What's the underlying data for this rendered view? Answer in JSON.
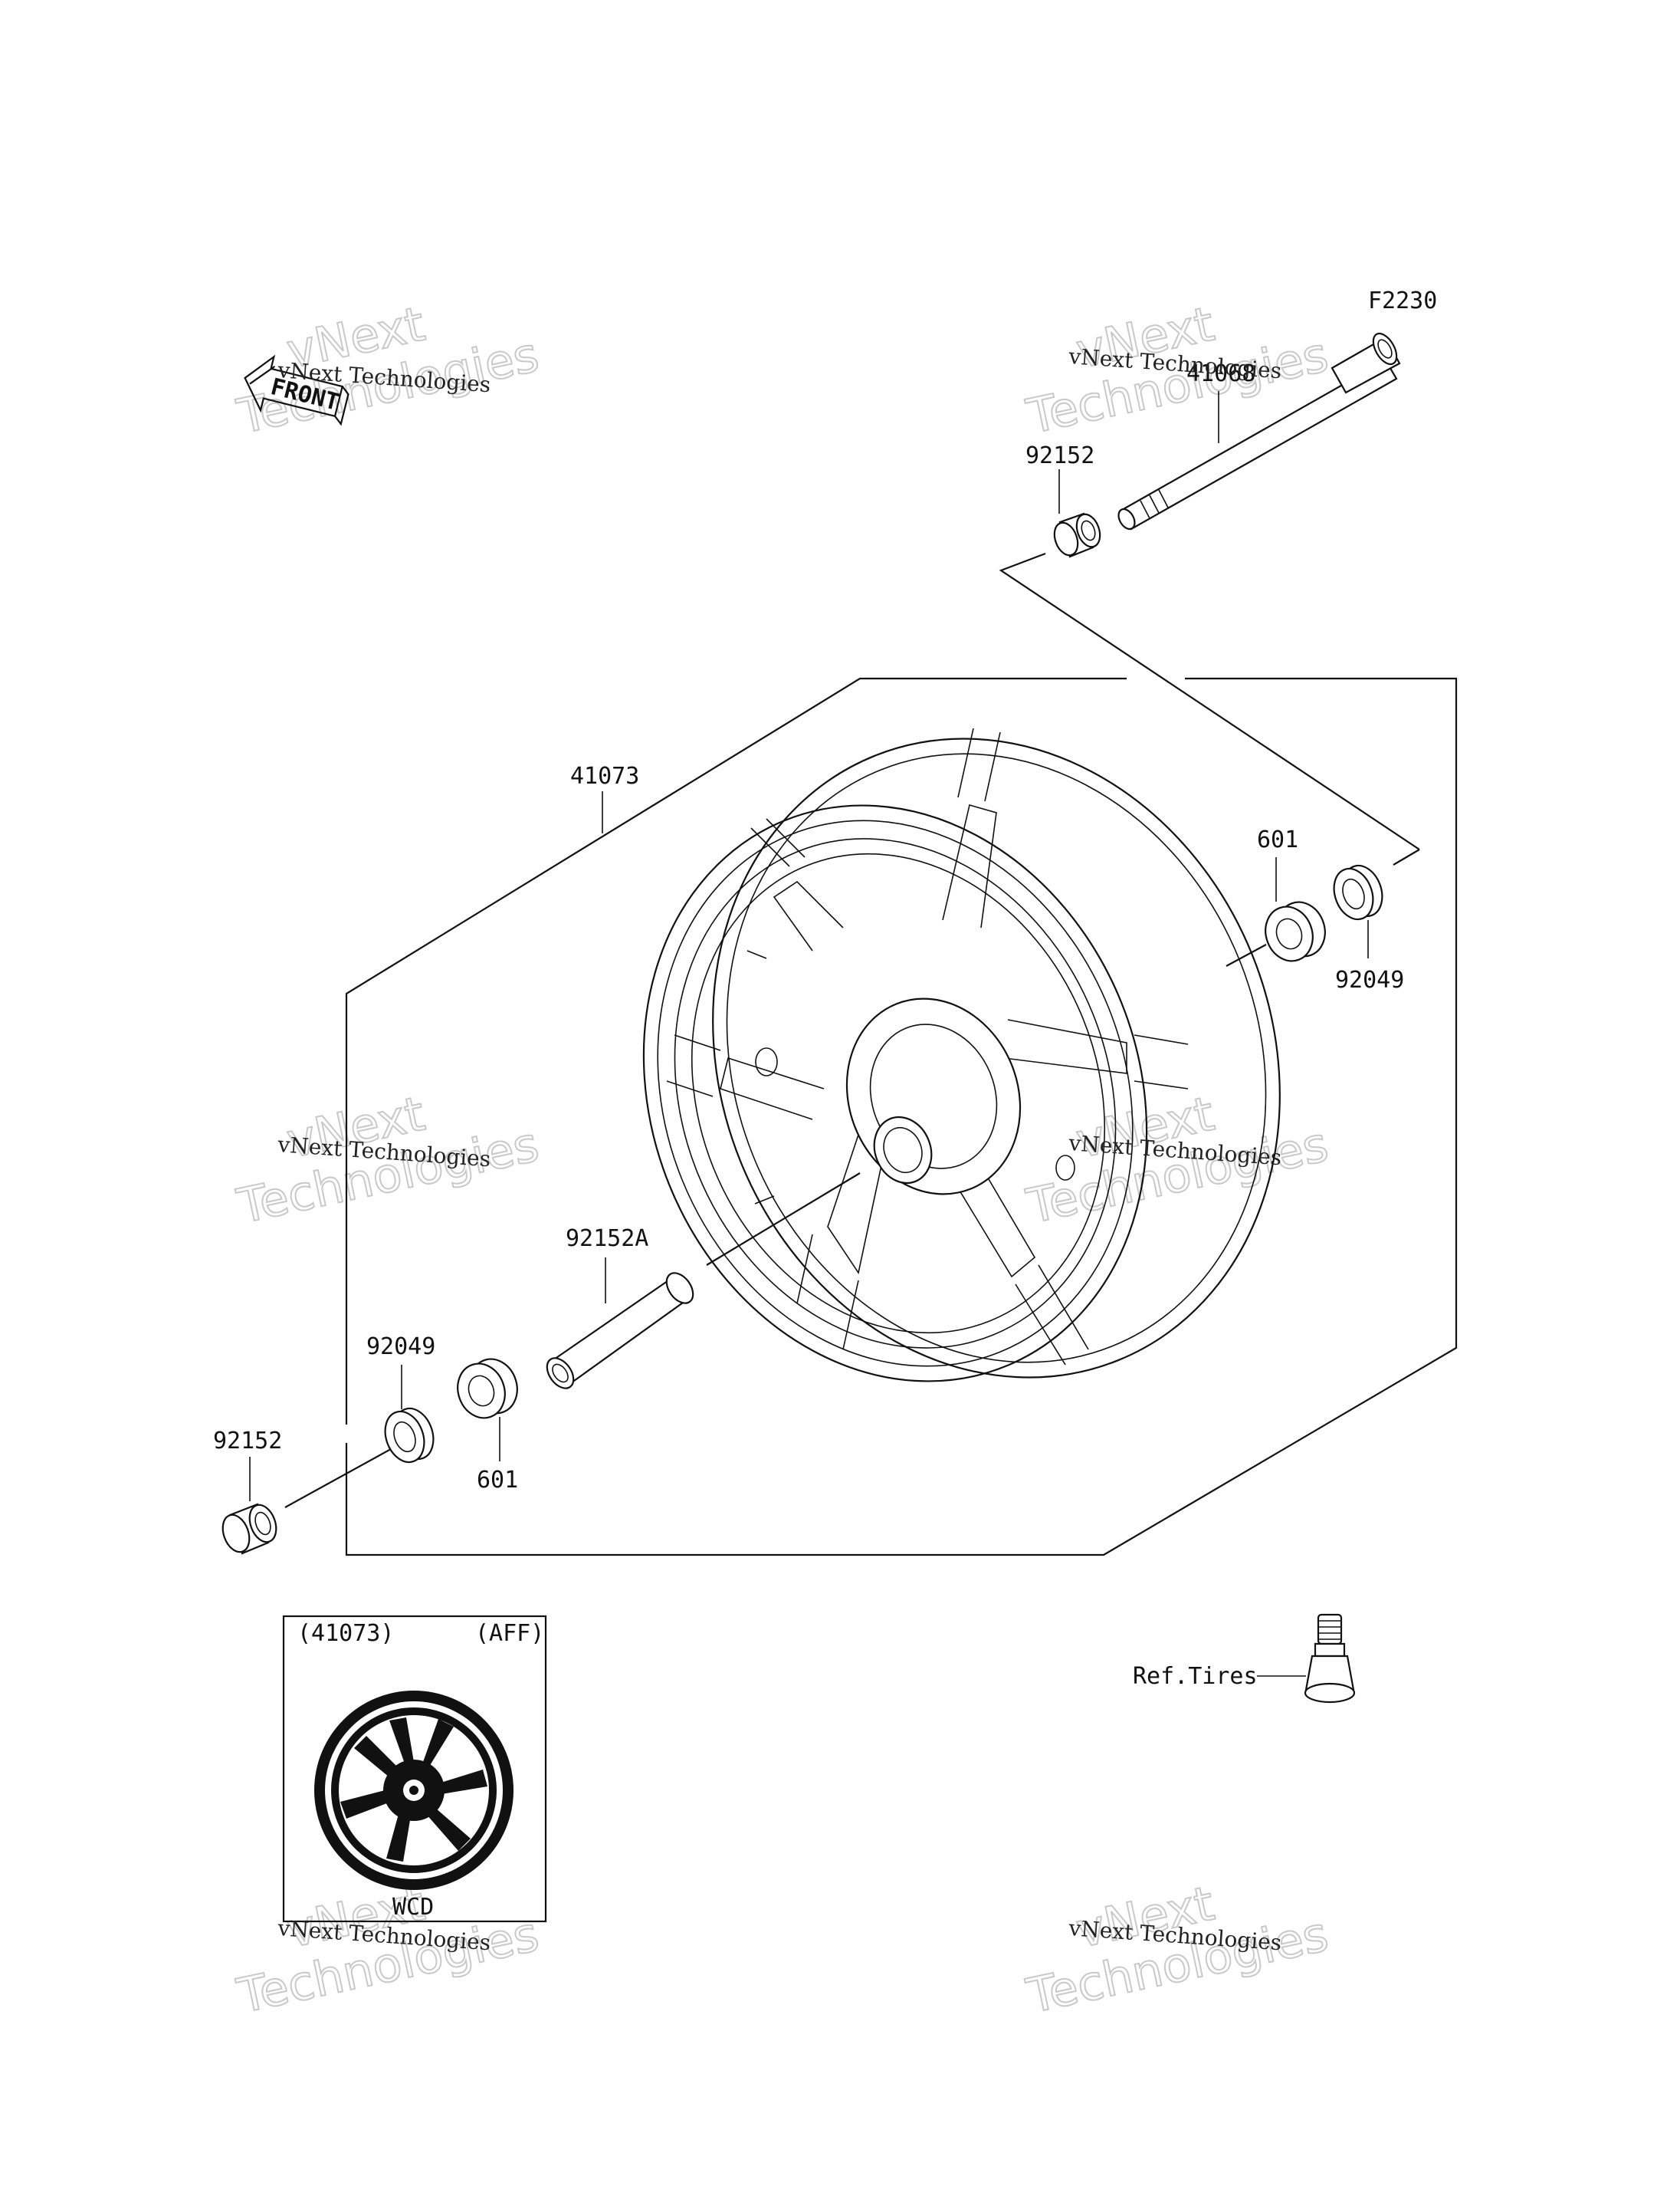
{
  "diagram_code": "F2230",
  "front_marker": "FRONT",
  "parts": {
    "axle": "41068",
    "collar_top": "92152",
    "wheel": "41073",
    "bearing_right": "601",
    "seal_right": "92049",
    "spacer": "92152A",
    "seal_left": "92049",
    "bearing_left": "601",
    "collar_left": "92152",
    "valve_ref": "Ref.Tires"
  },
  "inset": {
    "part_ref": "(41073)",
    "color_code": "(AFF)",
    "caption": "WCD"
  },
  "watermarks": [
    {
      "line1": "vNext",
      "line2": "Technologies",
      "line3": "vNext Technologies"
    },
    {
      "line1": "vNext",
      "line2": "Technologies",
      "line3": "vNext Technologies"
    },
    {
      "line1": "vNext",
      "line2": "Technologies",
      "line3": "vNext Technologies"
    },
    {
      "line1": "vNext",
      "line2": "Technologies",
      "line3": "vNext Technologies"
    },
    {
      "line1": "vNext",
      "line2": "Technologies",
      "line3": "vNext Technologies"
    },
    {
      "line1": "vNext",
      "line2": "Technologies",
      "line3": "vNext Technologies"
    }
  ]
}
